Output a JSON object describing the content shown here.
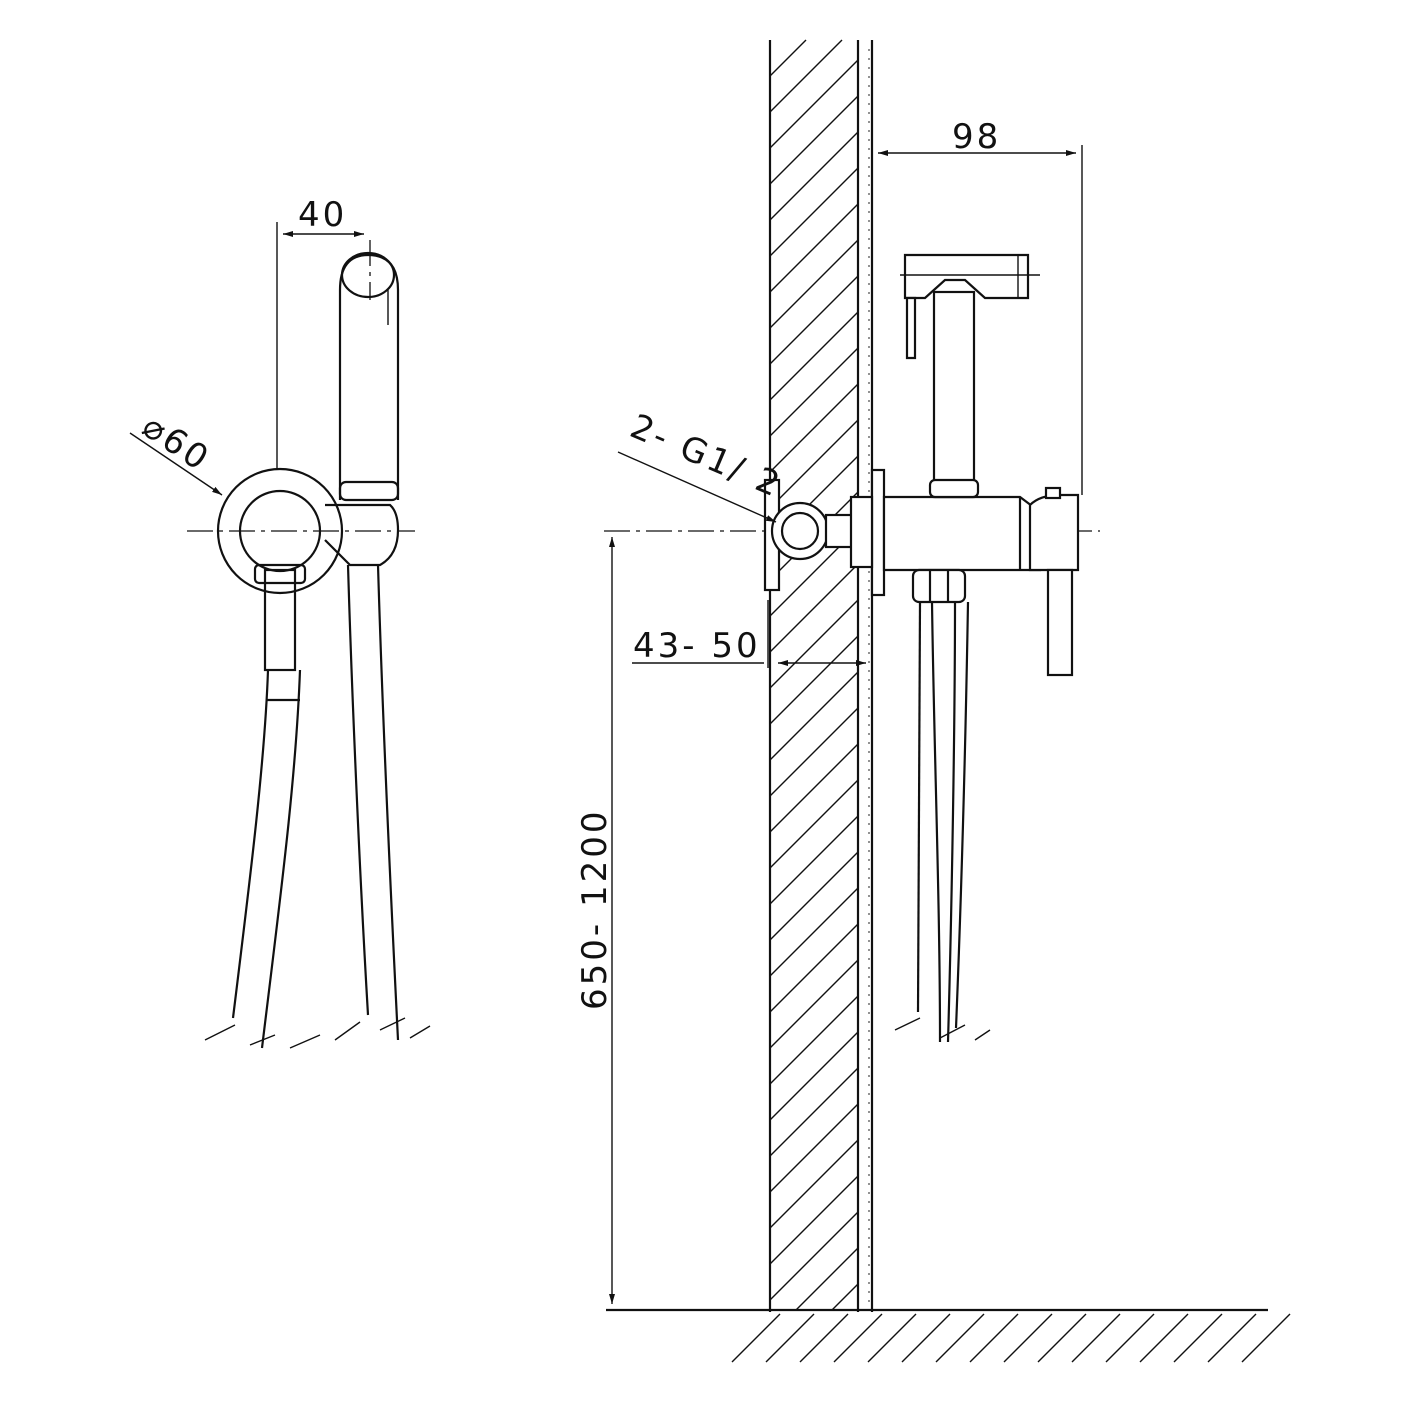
{
  "dimensions": {
    "side_width": "40",
    "diameter": "⌀60",
    "projection": "98",
    "thread": "2- G1/ 2",
    "wall_depth": "43- 50",
    "height": "650- 1200"
  }
}
